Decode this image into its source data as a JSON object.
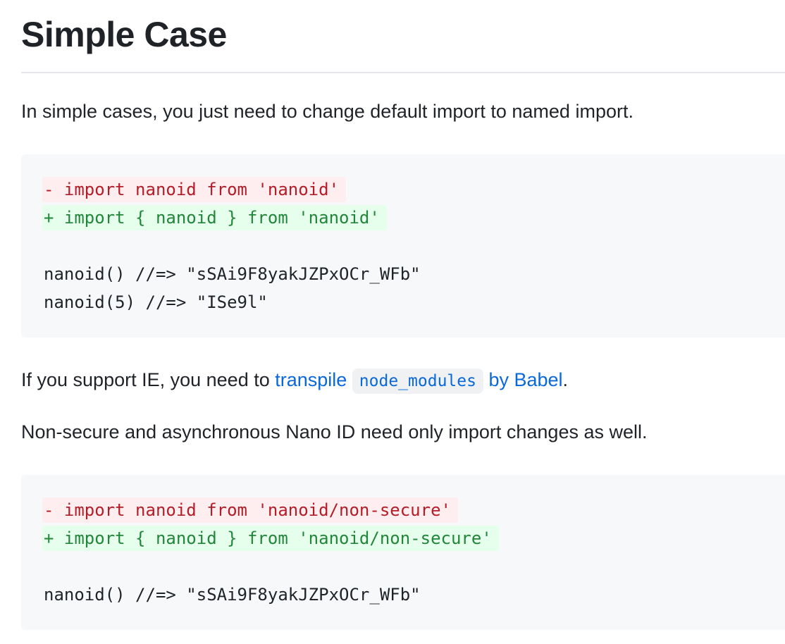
{
  "page": {
    "title": "Simple Case"
  },
  "paragraphs": {
    "intro": "In simple cases, you just need to change default import to named import.",
    "non_secure": "Non-secure and asynchronous Nano ID need only import changes as well."
  },
  "ie_paragraph": {
    "prefix": "If you support IE, you need to ",
    "link_text_before": "transpile ",
    "link_code": "node_modules",
    "link_text_after": " by Babel",
    "suffix": "."
  },
  "code_blocks": [
    {
      "lines": [
        {
          "type": "del",
          "text": "- import nanoid from 'nanoid'"
        },
        {
          "type": "add",
          "text": "+ import { nanoid } from 'nanoid'"
        },
        {
          "type": "plain",
          "text": ""
        },
        {
          "type": "plain",
          "text": "nanoid() //=> \"sSAi9F8yakJZPxOCr_WFb\""
        },
        {
          "type": "plain",
          "text": "nanoid(5) //=> \"ISe9l\""
        }
      ]
    },
    {
      "lines": [
        {
          "type": "del",
          "text": "- import nanoid from 'nanoid/non-secure'"
        },
        {
          "type": "add",
          "text": "+ import { nanoid } from 'nanoid/non-secure'"
        },
        {
          "type": "plain",
          "text": ""
        },
        {
          "type": "plain",
          "text": "nanoid() //=> \"sSAi9F8yakJZPxOCr_WFb\""
        }
      ]
    }
  ],
  "colors": {
    "text": "#1f2328",
    "link": "#0969da",
    "code_block_bg": "#f6f8fa",
    "inline_code_bg": "#eff1f3",
    "deleted_text": "#b31d28",
    "deleted_bg": "#ffeef0",
    "added_text": "#22863a",
    "added_bg": "#e6ffec",
    "divider": "#e4e6e9",
    "page_bg": "#ffffff"
  }
}
